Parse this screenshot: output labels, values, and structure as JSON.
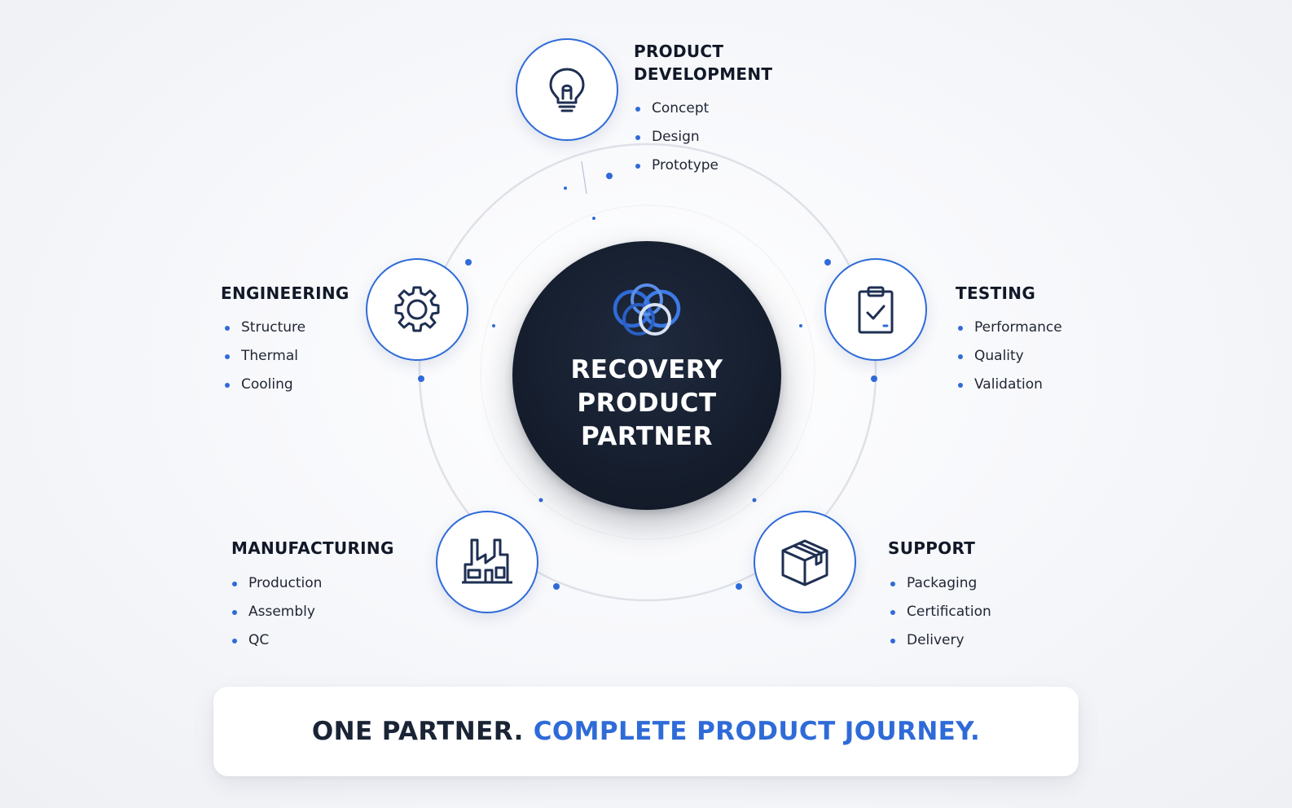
{
  "hub": {
    "title_lines": [
      "RECOVERY",
      "PRODUCT",
      "PARTNER"
    ],
    "logo_icon": "interlocking-rings-logo"
  },
  "stages": {
    "product_development": {
      "title_lines": [
        "PRODUCT",
        "DEVELOPMENT"
      ],
      "icon": "lightbulb-icon",
      "items": [
        "Concept",
        "Design",
        "Prototype"
      ]
    },
    "engineering": {
      "title": "ENGINEERING",
      "icon": "gear-icon",
      "items": [
        "Structure",
        "Thermal",
        "Cooling"
      ]
    },
    "testing": {
      "title": "TESTING",
      "icon": "clipboard-check-icon",
      "items": [
        "Performance",
        "Quality",
        "Validation"
      ]
    },
    "manufacturing": {
      "title": "MANUFACTURING",
      "icon": "factory-icon",
      "items": [
        "Production",
        "Assembly",
        "QC"
      ]
    },
    "support": {
      "title": "SUPPORT",
      "icon": "package-box-icon",
      "items": [
        "Packaging",
        "Certification",
        "Delivery"
      ]
    }
  },
  "banner": {
    "lead": "ONE PARTNER.",
    "accent": "COMPLETE PRODUCT JOURNEY."
  },
  "colors": {
    "accent": "#2f6bd8",
    "hub": "#141c2b",
    "text": "#111827",
    "ring": "#dde1e8"
  }
}
